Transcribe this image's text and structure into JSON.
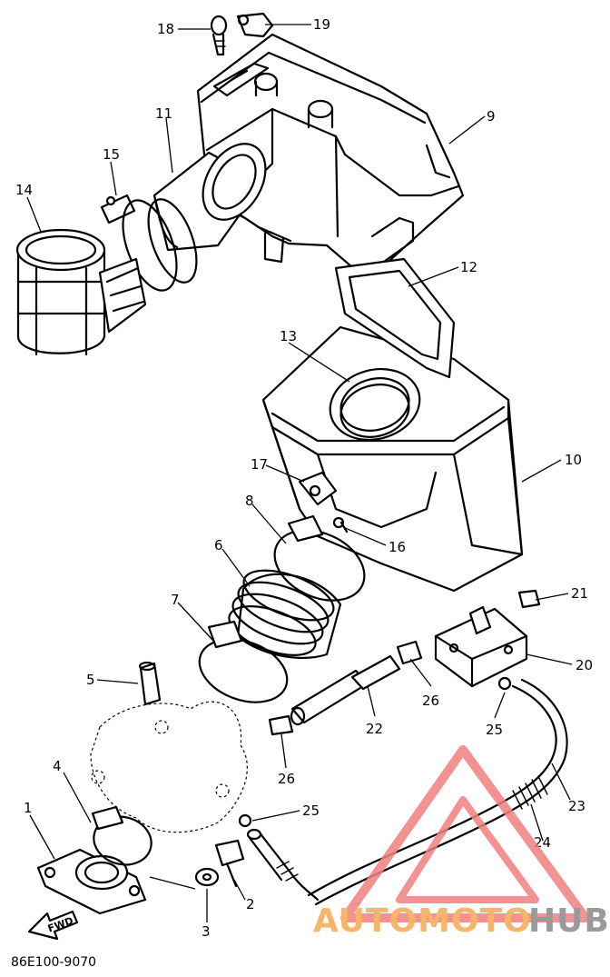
{
  "diagram": {
    "doc_code": "86E100-9070",
    "fwd_label": "FWD",
    "part_numbers": {
      "p1": "1",
      "p2": "2",
      "p3": "3",
      "p4": "4",
      "p5": "5",
      "p6": "6",
      "p7": "7",
      "p8": "8",
      "p9": "9",
      "p10": "10",
      "p11": "11",
      "p12": "12",
      "p13": "13",
      "p14": "14",
      "p15": "15",
      "p16": "16",
      "p17": "17",
      "p18": "18",
      "p19": "19",
      "p20": "20",
      "p21": "21",
      "p22": "22",
      "p23": "23",
      "p24": "24",
      "p25a": "25",
      "p25b": "25",
      "p26a": "26",
      "p26b": "26"
    }
  },
  "watermark": {
    "brand_a": "AUTOMOTO",
    "brand_b": "HUB",
    "color_a": "#f5b56a",
    "color_b": "#9a9a9a",
    "logo_color": "#f08080"
  }
}
